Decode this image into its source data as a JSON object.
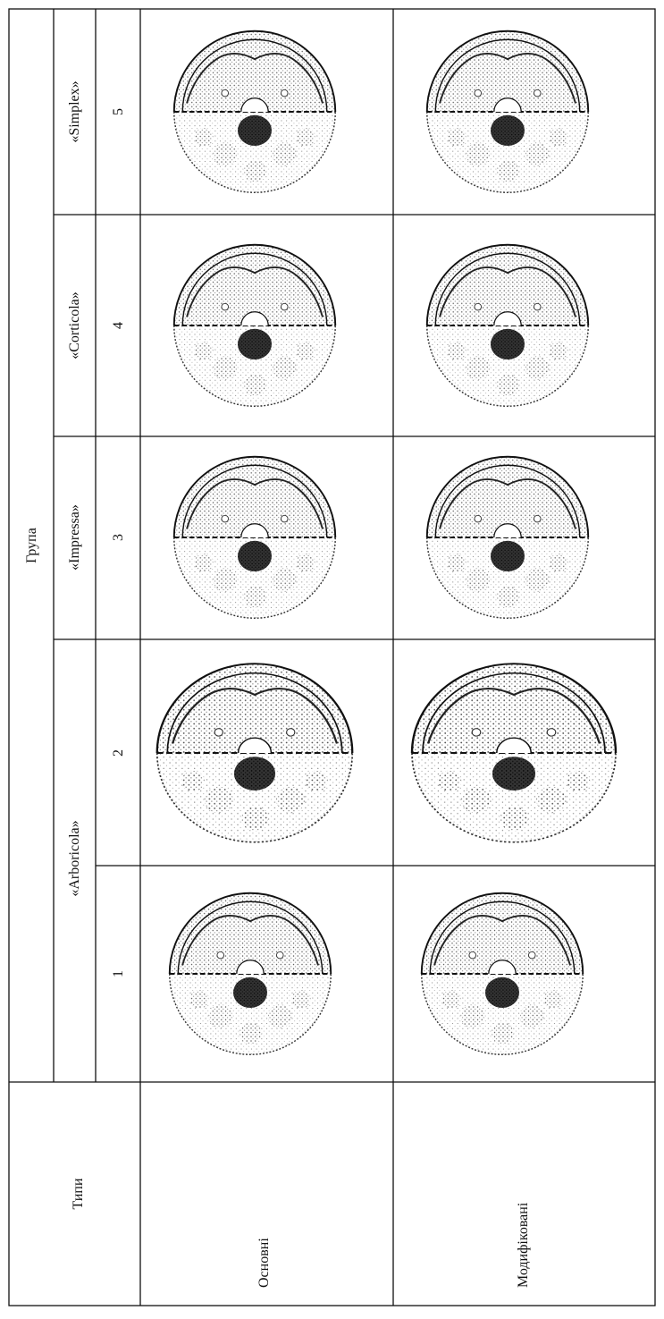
{
  "table": {
    "header_types": "Типи",
    "header_group": "Група",
    "groups": [
      {
        "label": "«Arboricola»"
      },
      {
        "label": "«Impressa»"
      },
      {
        "label": "«Corticola»"
      },
      {
        "label": "«Simplex»"
      }
    ],
    "type_numbers": [
      "1",
      "2",
      "3",
      "4",
      "5"
    ],
    "rows": [
      {
        "label": "Основні"
      },
      {
        "label": "Модифіковані"
      }
    ]
  }
}
